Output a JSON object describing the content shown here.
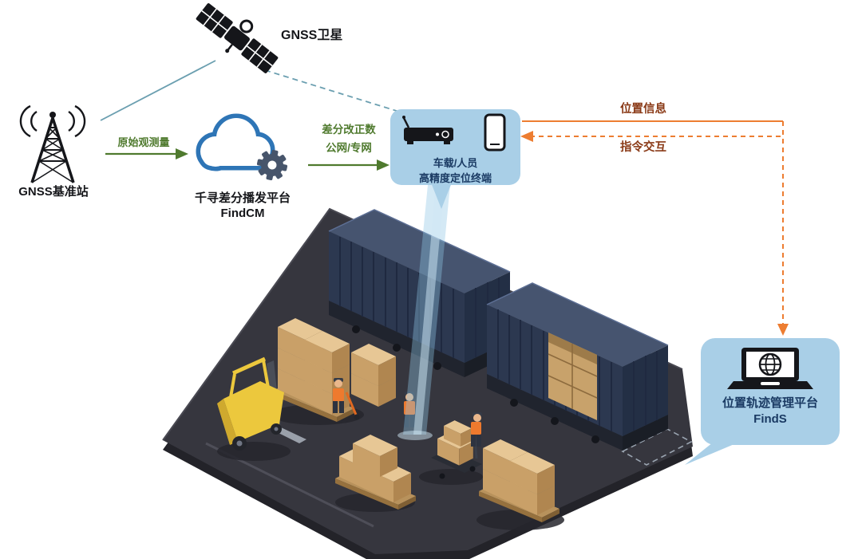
{
  "colors": {
    "green": "#4f7a2e",
    "orange": "#ed7d31",
    "orange_text": "#8a3a17",
    "teal": "#6b9fb0",
    "box_fill": "#a9cfe7",
    "box_text": "#1a3a63",
    "cloud_blue": "#2e75b6",
    "gear": "#47556b"
  },
  "labels": {
    "satellite": "GNSS卫星",
    "base_station": "GNSS基准站",
    "raw_obs": "原始观测量",
    "cloud_line1": "千寻差分播发平台",
    "cloud_line2": "FindCM",
    "diff_line1": "差分改正数",
    "diff_line2": "公网/专网",
    "terminal_line1": "车载/人员",
    "terminal_line2": "高精度定位终端",
    "position_info": "位置信息",
    "command_interact": "指令交互",
    "platform_line1": "位置轨迹管理平台",
    "platform_line2": "FindS"
  },
  "icons": {
    "satellite": "gnss-satellite-icon",
    "base_station": "radio-tower-icon",
    "cloud": "cloud-gear-icon",
    "terminal_receiver": "receiver-box-icon",
    "terminal_phone": "smartphone-icon",
    "platform": "laptop-globe-icon",
    "scene": "warehouse-isometric-illustration"
  }
}
